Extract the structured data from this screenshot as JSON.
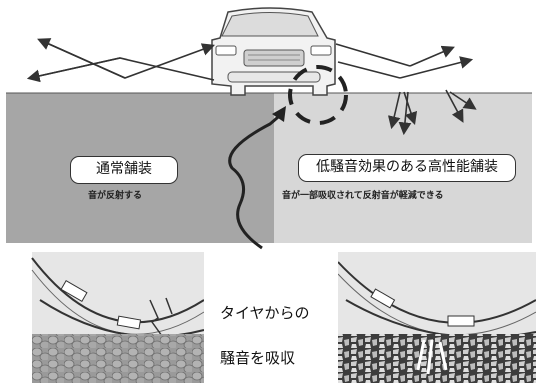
{
  "diagram": {
    "left_surface": {
      "label": "通常舗装",
      "sublabel": "音が反射する"
    },
    "right_surface": {
      "label": "低騒音効果のある高性能舗装",
      "sublabel": "音が一部吸収されて反射音が軽減できる"
    },
    "caption": {
      "line1": "タイヤからの",
      "line2": "騒音を吸収"
    },
    "colors": {
      "dense_pavement": "#a6a6a6",
      "porous_pavement": "#d7d7d7",
      "arrow": "#333333"
    }
  }
}
